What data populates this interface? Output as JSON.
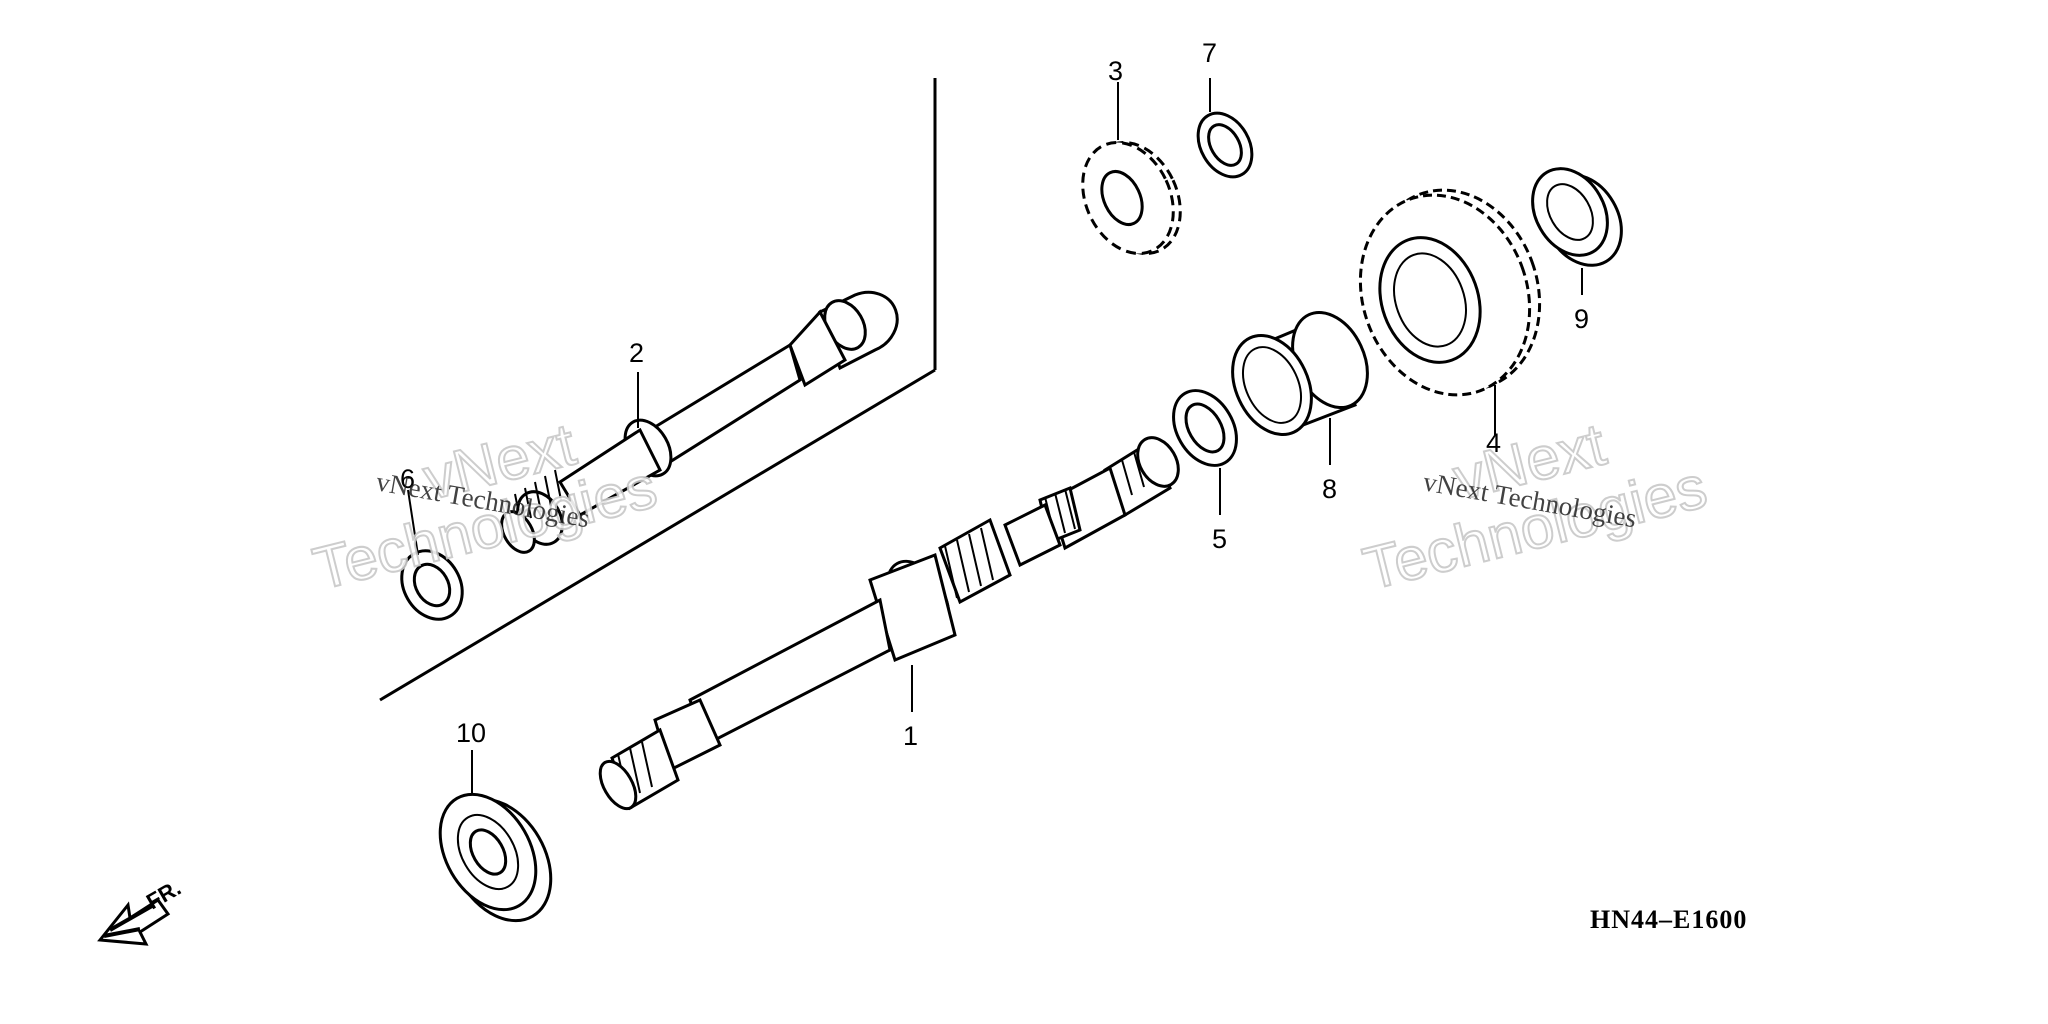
{
  "callouts": {
    "c1": "1",
    "c2": "2",
    "c3": "3",
    "c4": "4",
    "c5": "5",
    "c6": "6",
    "c7": "7",
    "c8": "8",
    "c9": "9",
    "c10": "10"
  },
  "diagram_code": "HN44–E1600",
  "front_indicator": "FR.",
  "watermarks": {
    "left_small": "vNext Technologies",
    "left_big_line1": "vNext",
    "left_big_line2": "Technologies",
    "right_small": "vNext Technologies",
    "right_big_line1": "vNext",
    "right_big_line2": "Technologies"
  },
  "icons": {
    "front_arrow": "arrow-down-left-icon"
  }
}
